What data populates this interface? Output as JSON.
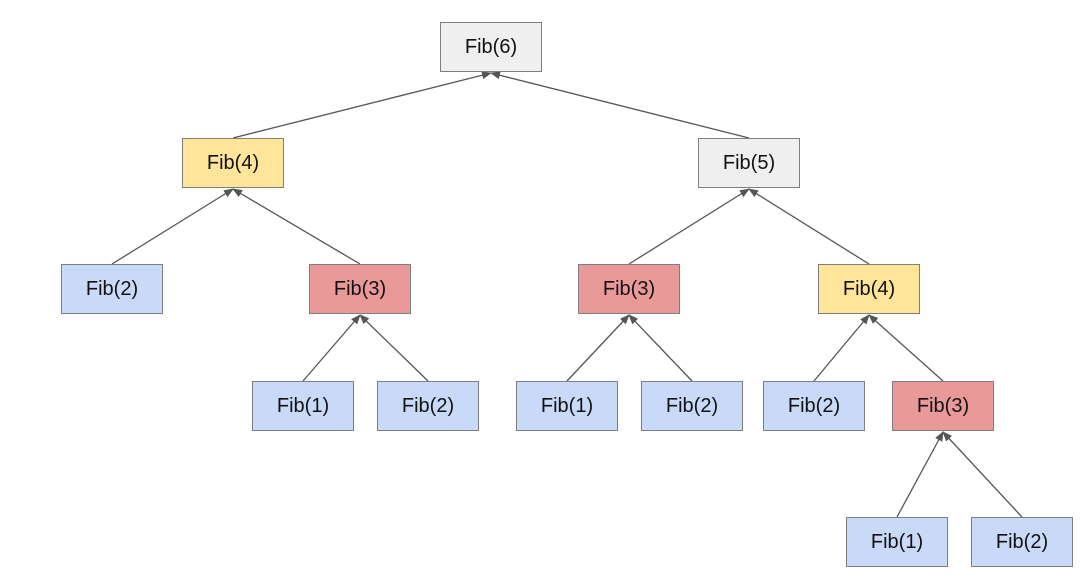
{
  "colors": {
    "gray": "#efefef",
    "yellow": "#ffe599",
    "red": "#ea9999",
    "blue": "#c9daf8",
    "edge": "#555555"
  },
  "nodes": [
    {
      "id": "n1",
      "label": "Fib(6)",
      "color": "gray"
    },
    {
      "id": "n2",
      "label": "Fib(4)",
      "color": "yellow"
    },
    {
      "id": "n3",
      "label": "Fib(5)",
      "color": "gray"
    },
    {
      "id": "n4",
      "label": "Fib(2)",
      "color": "blue"
    },
    {
      "id": "n5",
      "label": "Fib(3)",
      "color": "red"
    },
    {
      "id": "n6",
      "label": "Fib(3)",
      "color": "red"
    },
    {
      "id": "n7",
      "label": "Fib(4)",
      "color": "yellow"
    },
    {
      "id": "n8",
      "label": "Fib(1)",
      "color": "blue"
    },
    {
      "id": "n9",
      "label": "Fib(2)",
      "color": "blue"
    },
    {
      "id": "n10",
      "label": "Fib(1)",
      "color": "blue"
    },
    {
      "id": "n11",
      "label": "Fib(2)",
      "color": "blue"
    },
    {
      "id": "n12",
      "label": "Fib(2)",
      "color": "blue"
    },
    {
      "id": "n13",
      "label": "Fib(3)",
      "color": "red"
    },
    {
      "id": "n14",
      "label": "Fib(1)",
      "color": "blue"
    },
    {
      "id": "n15",
      "label": "Fib(2)",
      "color": "blue"
    }
  ],
  "edges": [
    {
      "from": "n2",
      "to": "n1"
    },
    {
      "from": "n3",
      "to": "n1"
    },
    {
      "from": "n4",
      "to": "n2"
    },
    {
      "from": "n5",
      "to": "n2"
    },
    {
      "from": "n6",
      "to": "n3"
    },
    {
      "from": "n7",
      "to": "n3"
    },
    {
      "from": "n8",
      "to": "n5"
    },
    {
      "from": "n9",
      "to": "n5"
    },
    {
      "from": "n10",
      "to": "n6"
    },
    {
      "from": "n11",
      "to": "n6"
    },
    {
      "from": "n12",
      "to": "n7"
    },
    {
      "from": "n13",
      "to": "n7"
    },
    {
      "from": "n14",
      "to": "n13"
    },
    {
      "from": "n15",
      "to": "n13"
    }
  ]
}
